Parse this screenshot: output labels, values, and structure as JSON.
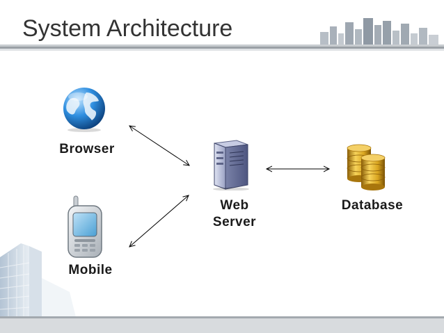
{
  "slide": {
    "title": "System Architecture"
  },
  "nodes": {
    "browser": {
      "label": "Browser",
      "icon": "globe-icon"
    },
    "mobile": {
      "label": "Mobile",
      "icon": "mobile-phone-icon"
    },
    "web_server": {
      "label_line1": "Web",
      "label_line2": "Server",
      "icon": "server-tower-icon"
    },
    "database": {
      "label": "Database",
      "icon": "database-cylinders-icon"
    }
  },
  "connections": [
    {
      "from": "browser",
      "to": "web_server",
      "direction": "both"
    },
    {
      "from": "mobile",
      "to": "web_server",
      "direction": "both"
    },
    {
      "from": "web_server",
      "to": "database",
      "direction": "both"
    }
  ],
  "colors": {
    "title": "#333333",
    "label": "#1a1a1a",
    "rule": "#9aa0a6",
    "arrow": "#000000",
    "globe_blue": "#1f77c9",
    "database_gold": "#d9a520"
  }
}
